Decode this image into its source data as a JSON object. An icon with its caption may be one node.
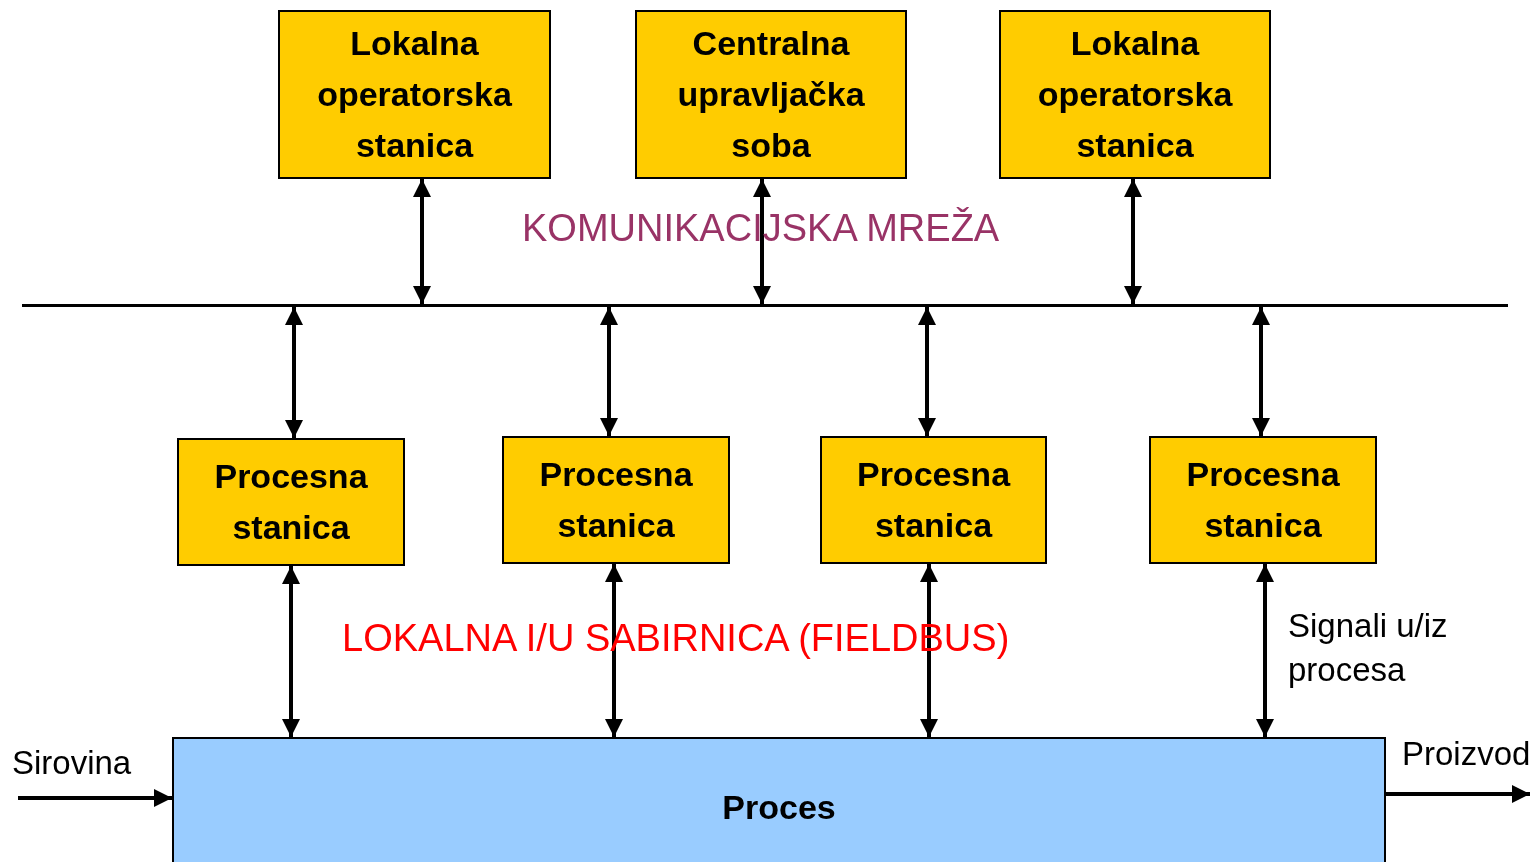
{
  "diagram": {
    "nodes": [
      {
        "text": [
          "Lokalna operatorska stanica"
        ]
      },
      {
        "text": [
          "Centralna upravljačka soba"
        ]
      },
      {
        "text": [
          "Lokalna operatorska stanica"
        ]
      },
      {
        "text": [],
        "shape": "line"
      },
      {
        "text": [
          "Procesna stanica"
        ]
      },
      {
        "text": [
          "Procesna stanica"
        ]
      },
      {
        "text": [
          "Procesna stanica"
        ]
      },
      {
        "text": [
          "Procesna stanica"
        ]
      },
      {
        "text": [
          "Proces"
        ]
      }
    ],
    "edges": [
      {
        "from": 0,
        "to": 3,
        "arrow": "both"
      },
      {
        "from": 1,
        "to": 3,
        "arrow": "both"
      },
      {
        "from": 2,
        "to": 3,
        "arrow": "both"
      },
      {
        "from": 3,
        "to": 4,
        "arrow": "both"
      },
      {
        "from": 3,
        "to": 5,
        "arrow": "both"
      },
      {
        "from": 3,
        "to": 6,
        "arrow": "both"
      },
      {
        "from": 3,
        "to": 7,
        "arrow": "both"
      },
      {
        "from": 4,
        "to": 8,
        "arrow": "both"
      },
      {
        "from": 5,
        "to": 8,
        "arrow": "both"
      },
      {
        "from": 6,
        "to": 8,
        "arrow": "both"
      },
      {
        "from": 7,
        "to": 8,
        "arrow": "both",
        "label": "Signali u/iz procesa"
      },
      {
        "from": null,
        "to": 8,
        "arrow": "to",
        "label": "Sirovina"
      },
      {
        "from": 8,
        "to": null,
        "arrow": "to",
        "label": "Proizvod"
      }
    ],
    "labels": [
      "KOMUNIKACIJSKA MREŽA",
      "LOKALNA I/U SABIRNICA (FIELDBUS)"
    ]
  }
}
